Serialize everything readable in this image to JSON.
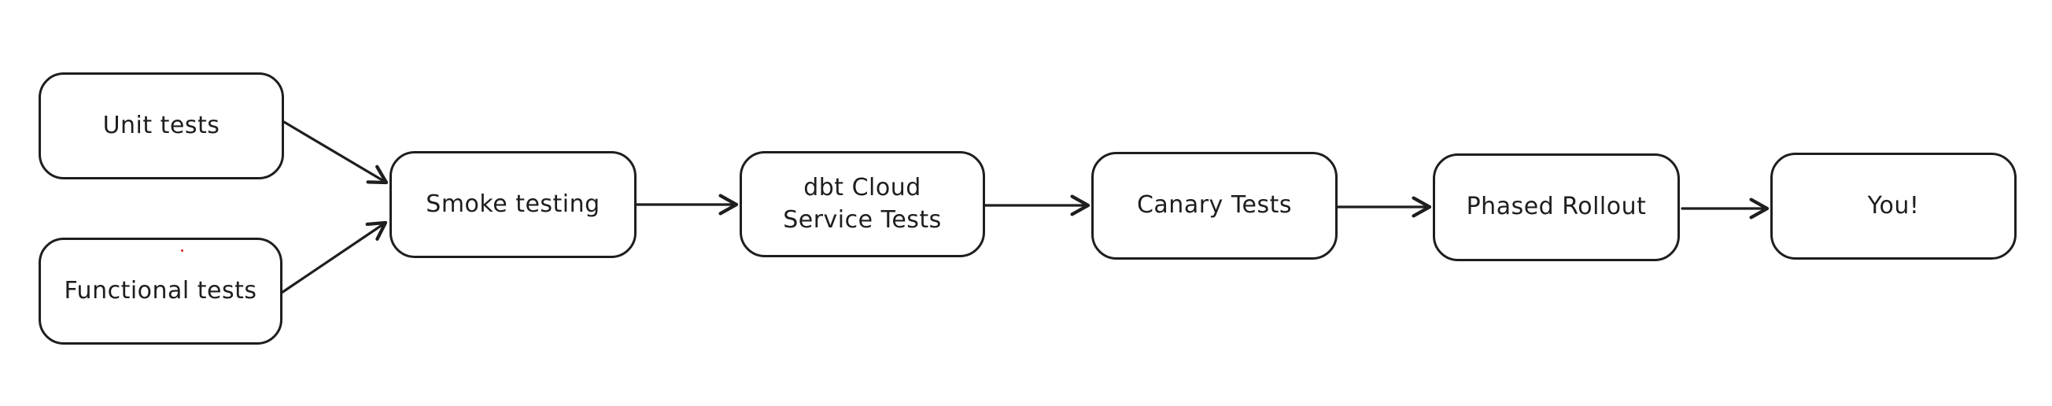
{
  "diagram": {
    "type": "flowchart",
    "style": "hand-drawn",
    "background_color": "#ffffff",
    "stroke_color": "#1e1e1e",
    "node_fill_color": "#ffffff",
    "artifact_dot_color": "#e03131",
    "nodes": [
      {
        "id": "unit-tests",
        "label": "Unit tests"
      },
      {
        "id": "functional-tests",
        "label": "Functional tests"
      },
      {
        "id": "smoke-testing",
        "label": "Smoke testing"
      },
      {
        "id": "dbt-cloud-service-tests",
        "label": "dbt Cloud Service Tests"
      },
      {
        "id": "canary-tests",
        "label": "Canary Tests"
      },
      {
        "id": "phased-rollout",
        "label": "Phased Rollout"
      },
      {
        "id": "you",
        "label": "You!"
      }
    ],
    "edges": [
      {
        "from": "unit-tests",
        "to": "smoke-testing"
      },
      {
        "from": "functional-tests",
        "to": "smoke-testing"
      },
      {
        "from": "smoke-testing",
        "to": "dbt-cloud-service-tests"
      },
      {
        "from": "dbt-cloud-service-tests",
        "to": "canary-tests"
      },
      {
        "from": "canary-tests",
        "to": "phased-rollout"
      },
      {
        "from": "phased-rollout",
        "to": "you"
      }
    ]
  }
}
